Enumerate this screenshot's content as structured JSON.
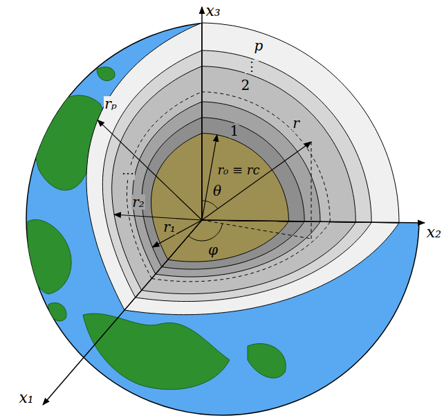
{
  "diagram": {
    "labels": [
      "x₃",
      "x₂",
      "x₁",
      "p",
      "⋮",
      "2",
      "1",
      "rₚ",
      "⋯",
      "r₂",
      "r₁",
      "r₀ ≡ rc",
      "θ",
      "r",
      "φ"
    ]
  }
}
